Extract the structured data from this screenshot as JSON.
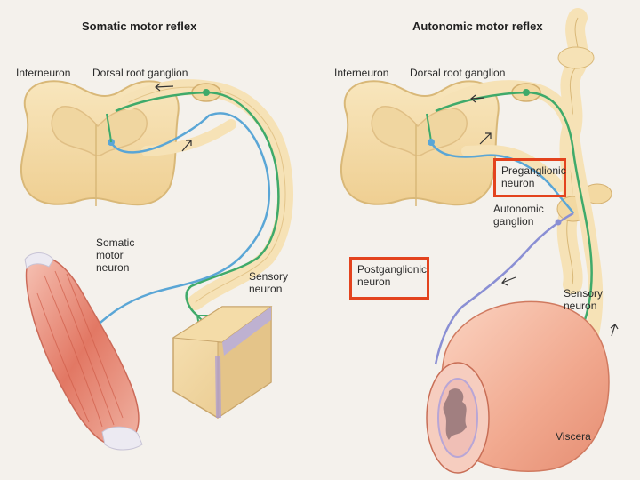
{
  "panels": {
    "somatic": {
      "title": "Somatic motor reflex",
      "labels": {
        "interneuron": "Interneuron",
        "dorsal_root_ganglion": "Dorsal root ganglion",
        "somatic_motor_neuron": [
          "Somatic",
          "motor",
          "neuron"
        ],
        "sensory_neuron": [
          "Sensory",
          "neuron"
        ]
      }
    },
    "autonomic": {
      "title": "Autonomic motor reflex",
      "labels": {
        "interneuron": "Interneuron",
        "dorsal_root_ganglion": "Dorsal root ganglion",
        "preganglionic_neuron": [
          "Preganglionic",
          "neuron"
        ],
        "autonomic_ganglion": [
          "Autonomic",
          "ganglion"
        ],
        "postganglionic_neuron": [
          "Postganglionic",
          "neuron"
        ],
        "sensory_neuron": [
          "Sensory",
          "neuron"
        ],
        "viscera": "Viscera"
      }
    }
  },
  "colors": {
    "spinal_cord": "#f5deab",
    "spinal_cord_outline": "#d9b878",
    "motor_neuron": "#5aa6d6",
    "sensory_neuron": "#3faa6a",
    "postganglionic": "#8a8fd4",
    "muscle": "#e88a7a",
    "highlight_box": "#e3431e"
  }
}
